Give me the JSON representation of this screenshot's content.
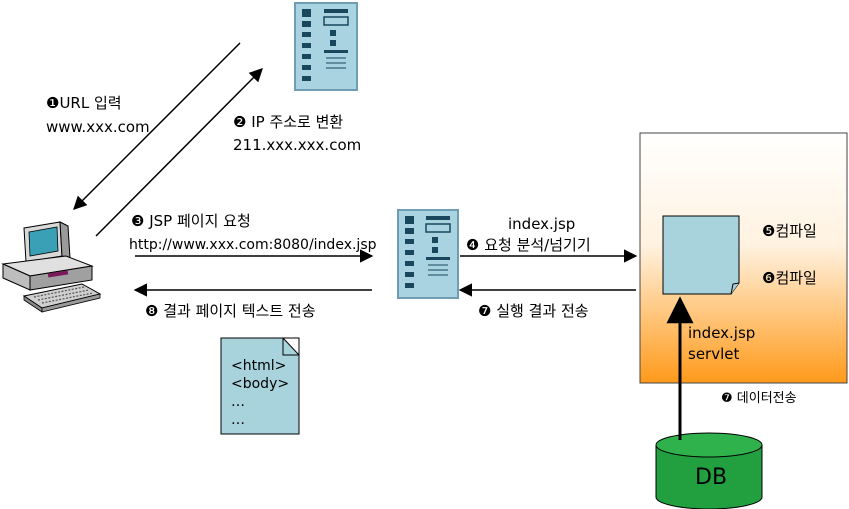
{
  "labels": {
    "step1_title": "❶URL 입력",
    "step1_value": "www.xxx.com",
    "step2_title": "❷ IP 주소로 변환",
    "step2_value": "211.xxx.xxx.com",
    "step3_title": "❸ JSP 페이지 요청",
    "step3_url": "http://www.xxx.com:8080/index.jsp",
    "step4_file": "index.jsp",
    "step4_title": "❹ 요청 분석/넘기기",
    "step5": "❺컴파일",
    "step6": "❻컴파일",
    "step7_exec": "❼ 실행 결과 전송",
    "step7_data": "❼ 데이터전송",
    "step8": "❽ 결과 페이지 텍스트 전송",
    "servlet_line1": "index.jsp",
    "servlet_line2": "servlet",
    "db": "DB"
  },
  "html_doc": [
    "<html>",
    "<body>",
    "…",
    "…"
  ],
  "colors": {
    "server_fill": "#a9d3e0",
    "document_fill": "#a9d3dc",
    "db_fill": "#22a040",
    "container_gradient_top": "#ffffff",
    "container_gradient_bottom": "#ff9a1a"
  },
  "icons": [
    "dns-server-icon",
    "web-server-icon",
    "client-computer-icon"
  ]
}
